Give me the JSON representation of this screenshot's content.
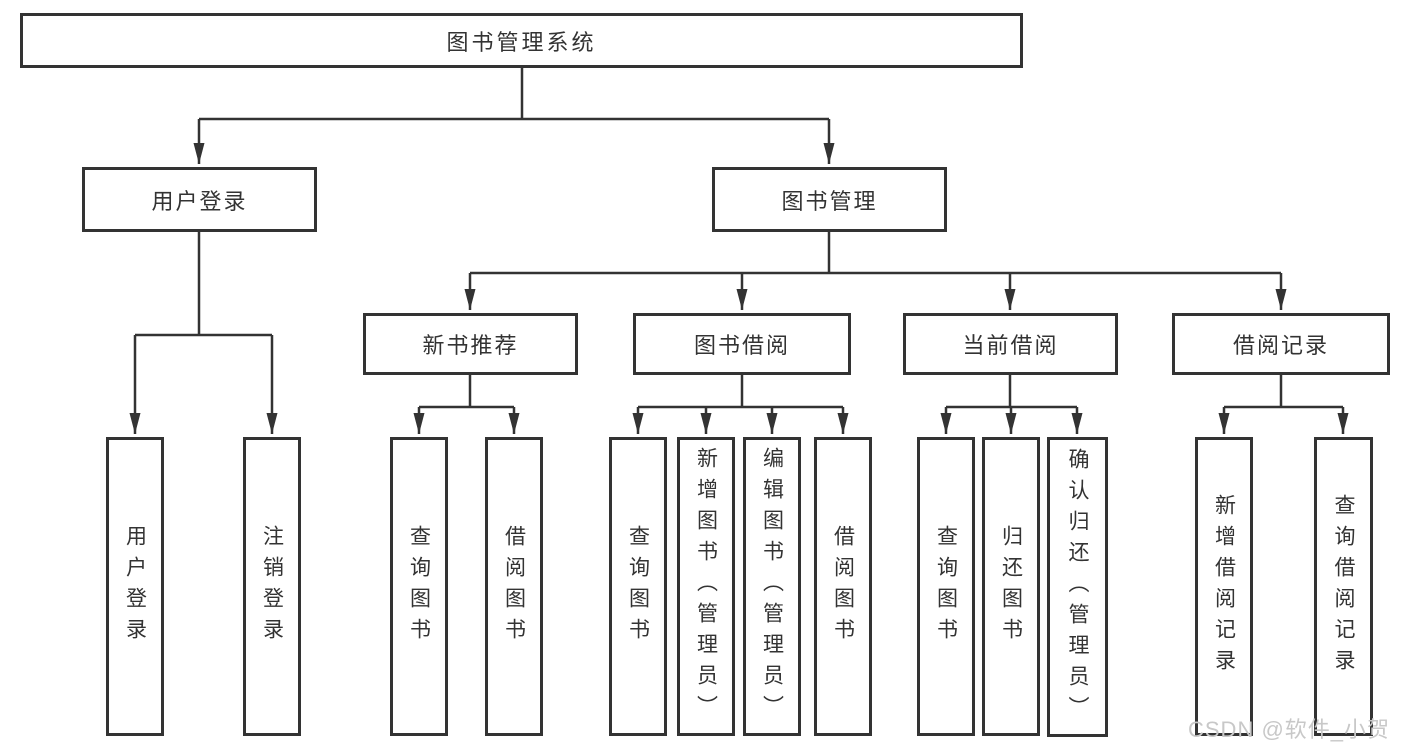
{
  "tree": {
    "root": "图书管理系统",
    "branches": [
      {
        "label": "用户登录",
        "children": [
          "用户登录",
          "注销登录"
        ]
      },
      {
        "label": "图书管理",
        "children": [
          {
            "label": "新书推荐",
            "children": [
              "查询图书",
              "借阅图书"
            ]
          },
          {
            "label": "图书借阅",
            "children": [
              "查询图书",
              "新增图书（管理员）",
              "编辑图书（管理员）",
              "借阅图书"
            ]
          },
          {
            "label": "当前借阅",
            "children": [
              "查询图书",
              "归还图书",
              "确认归还（管理员）"
            ]
          },
          {
            "label": "借阅记录",
            "children": [
              "新增借阅记录",
              "查询借阅记录"
            ]
          }
        ]
      }
    ]
  },
  "watermark": "CSDN @软件_小贺同学",
  "colors": {
    "line": "#333333",
    "border": "#333333",
    "text": "#333333",
    "background": "#ffffff",
    "watermark": "#c8c8c8"
  }
}
